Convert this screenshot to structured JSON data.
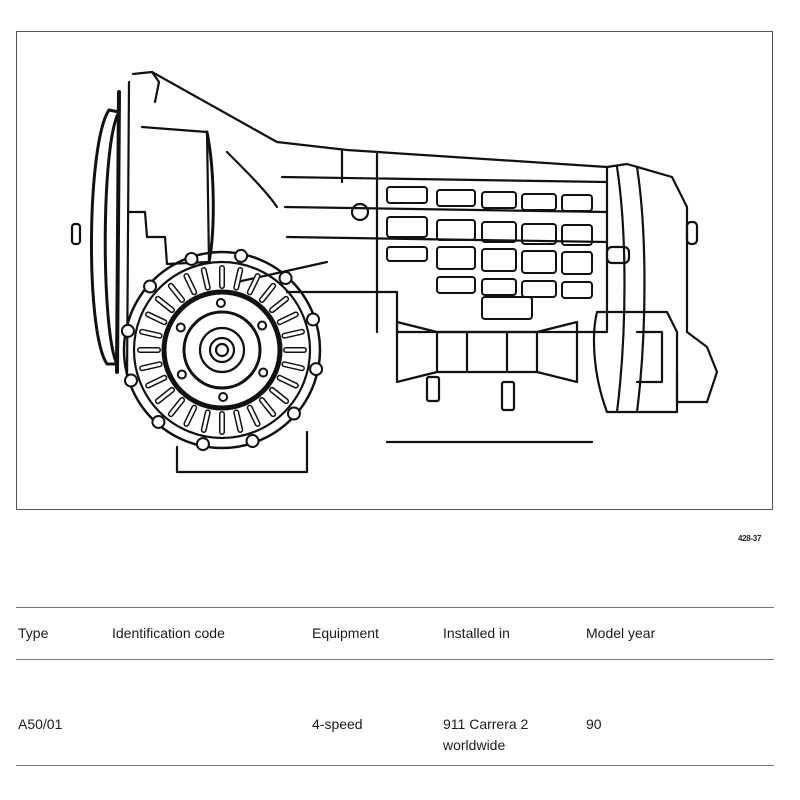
{
  "figure": {
    "description": "Line drawing of automatic transmission assembly",
    "label": "428-37"
  },
  "table": {
    "headers": [
      "Type",
      "Identification code",
      "Equipment",
      "Installed in",
      "Model year"
    ],
    "rows": [
      {
        "type": "A50/01",
        "identification_code": "",
        "equipment": "4-speed",
        "installed_in": [
          "911 Carrera 2",
          "worldwide"
        ],
        "model_year": "90"
      }
    ]
  }
}
